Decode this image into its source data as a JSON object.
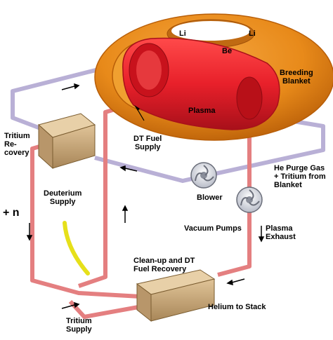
{
  "labels": {
    "li_left": "Li",
    "li_right": "Li",
    "be": "Be",
    "breeding_blanket": [
      "Breeding",
      "Blanket"
    ],
    "plasma": "Plasma",
    "tritium_recovery": [
      "Tritium",
      "Re-",
      "covery"
    ],
    "dt_fuel_supply": [
      "DT Fuel",
      "Supply"
    ],
    "he_purge": [
      "He Purge Gas",
      "+ Tritium from",
      "Blanket"
    ],
    "blower": "Blower",
    "deuterium_supply": [
      "Deuterium",
      "Supply"
    ],
    "plus_n": "+ n",
    "vacuum_pumps": "Vacuum Pumps",
    "plasma_exhaust": [
      "Plasma",
      "Exhaust"
    ],
    "cleanup": [
      "Clean-up and DT",
      "Fuel Recovery"
    ],
    "helium_stack": "Helium to Stack",
    "tritium_supply": [
      "Tritium",
      "Supply"
    ]
  },
  "colors": {
    "blanket": "#e88a1a",
    "blanket_dark": "#b85e08",
    "plasma": "#e8202a",
    "plasma_dark": "#a8101a",
    "pipe_red": "#e47f80",
    "pipe_purple": "#b9b0d6",
    "box": "#c9a878",
    "deuterium_pipe": "#e6e01a"
  }
}
